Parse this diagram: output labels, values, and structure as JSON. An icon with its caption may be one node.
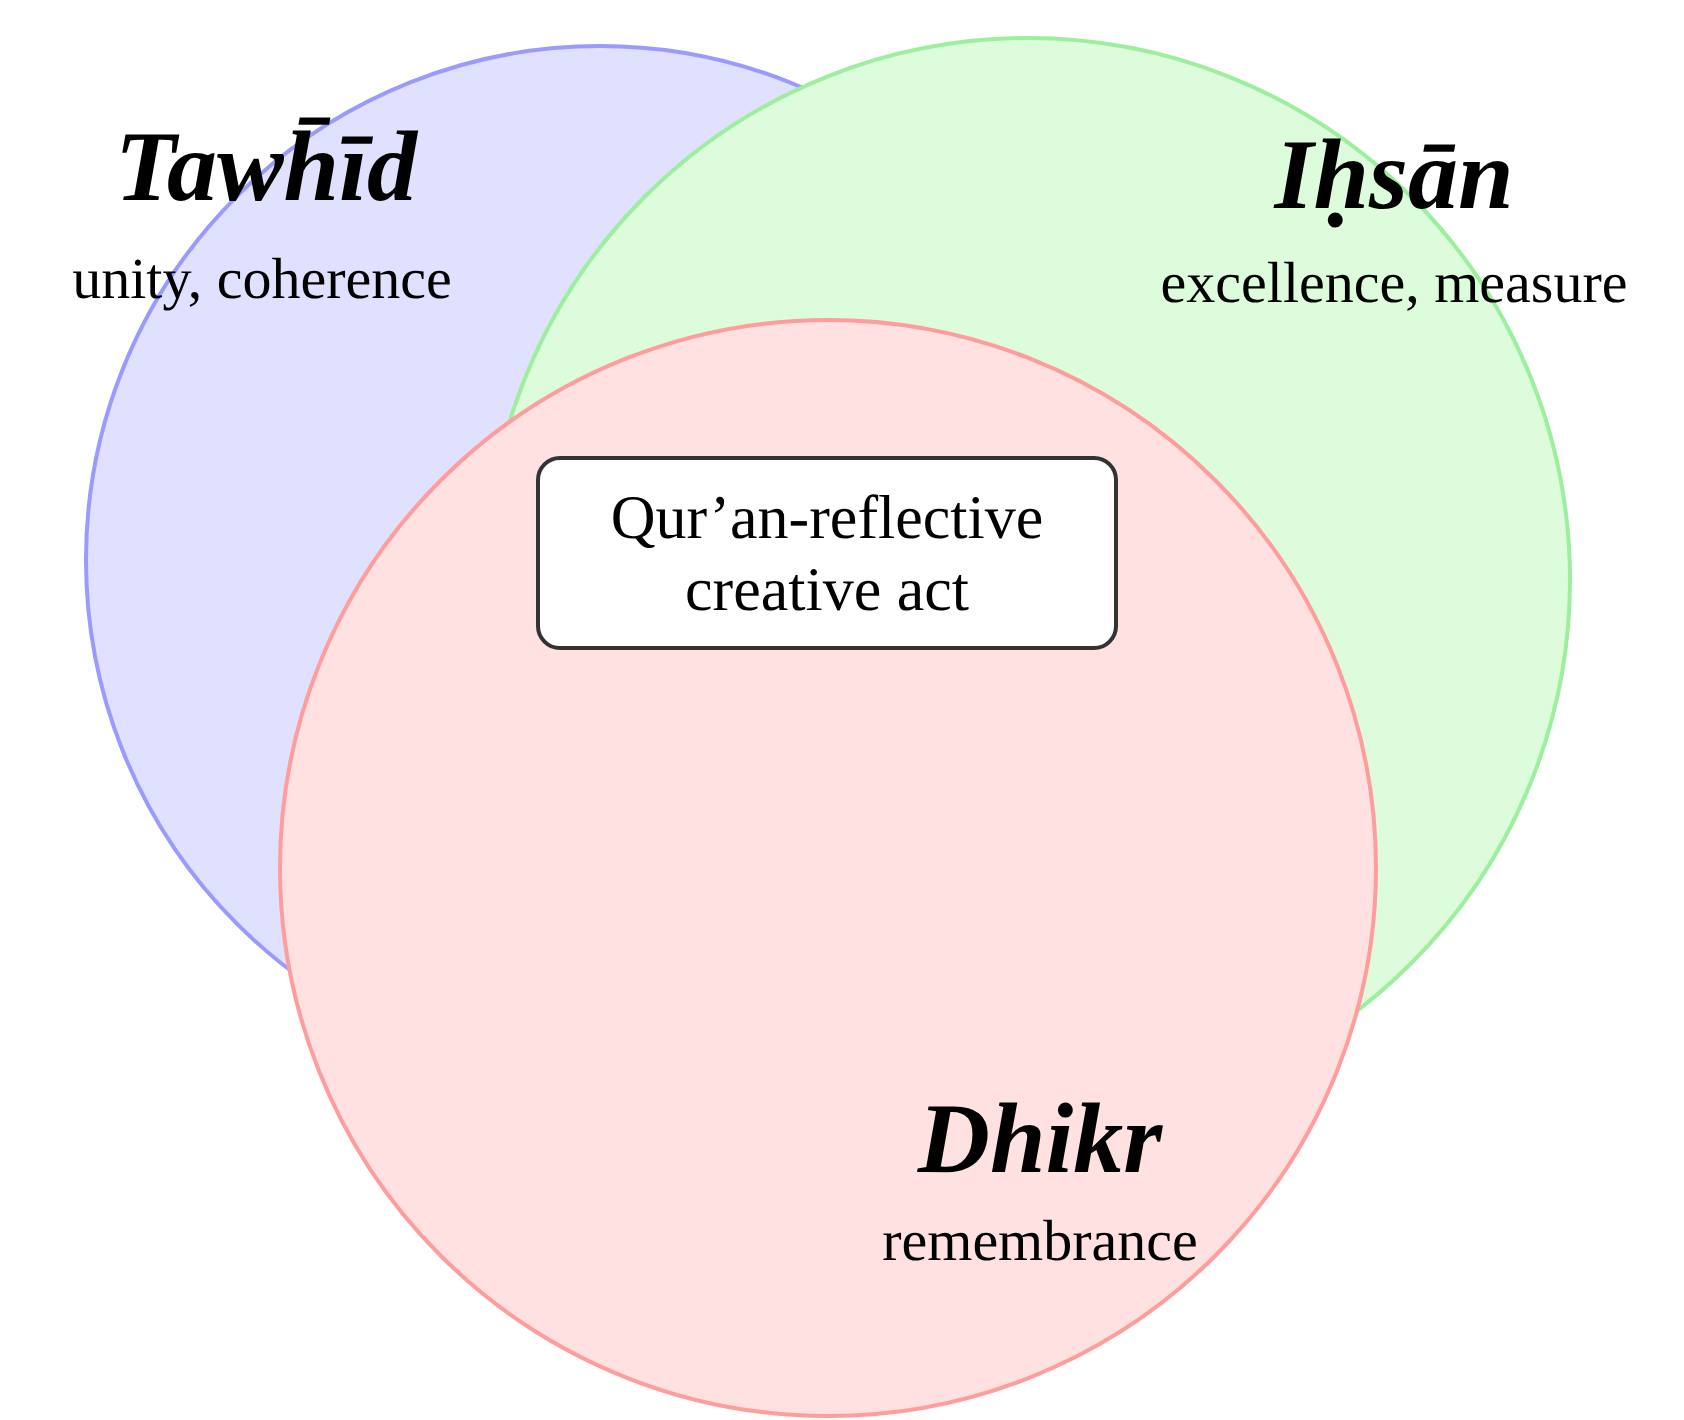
{
  "diagram": {
    "nodes": [
      {
        "text": [
          "Tawh̄īd",
          "unity, coherence"
        ]
      },
      {
        "text": [
          "Iḥsān",
          "excellence, measure"
        ]
      },
      {
        "text": [
          "Dhikr",
          "remembrance"
        ]
      },
      {
        "text": [
          "Qur’an-reflective creative act"
        ]
      }
    ]
  }
}
